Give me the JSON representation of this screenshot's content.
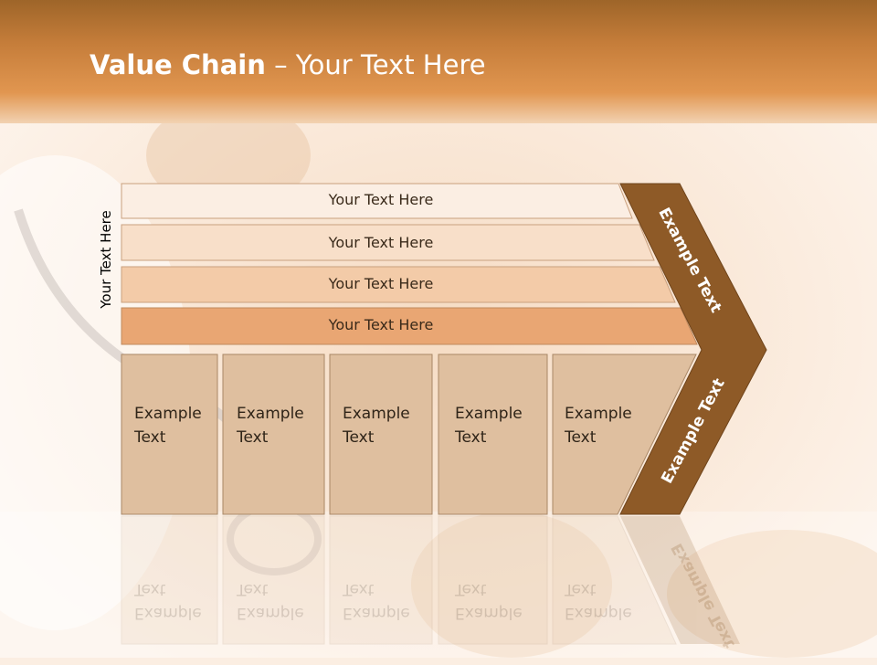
{
  "slide": {
    "title_bold": "Value Chain",
    "title_rest": " – Your Text Here"
  },
  "side_label": "Your Text Here",
  "rows": [
    {
      "label": "Your Text Here",
      "color": "#fbeee3"
    },
    {
      "label": "Your Text Here",
      "color": "#f8dfc9"
    },
    {
      "label": "Your Text Here",
      "color": "#f3cba8"
    },
    {
      "label": "Your Text Here",
      "color": "#e9a673"
    }
  ],
  "columns": [
    {
      "line1": "Example",
      "line2": "Text"
    },
    {
      "line1": "Example",
      "line2": "Text"
    },
    {
      "line1": "Example",
      "line2": "Text"
    },
    {
      "line1": "Example",
      "line2": "Text"
    },
    {
      "line1": "Example",
      "line2": "Text"
    }
  ],
  "chevron": {
    "top_label": "Example Text",
    "bottom_label": "Example Text",
    "color": "#8e5a27"
  },
  "colors": {
    "header": "#d98a45",
    "column_fill": "#dfbf9f",
    "border": "#b58b6a"
  }
}
